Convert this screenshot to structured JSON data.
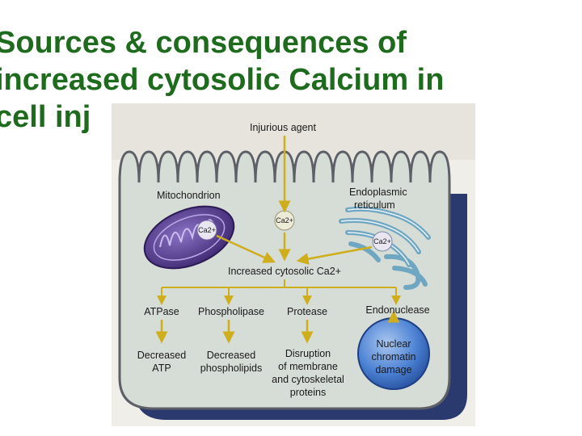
{
  "title": {
    "line1": "Sources & consequences of",
    "line2": "increased cytosolic Calcium in",
    "line3": "cell inj"
  },
  "diagram": {
    "injurious_agent": "Injurious agent",
    "mitochondrion": "Mitochondrion",
    "er_line1": "Endoplasmic",
    "er_line2": "reticulum",
    "ca_center": "Ca2+",
    "ca_mito": "Ca2+",
    "ca_er": "Ca2+",
    "increased_ca": "Increased cytosolic Ca2+",
    "enzymes": {
      "atpase": "ATPase",
      "phospholipase": "Phospholipase",
      "protease": "Protease",
      "endonuclease": "Endonuclease"
    },
    "outcomes": {
      "atp_1": "Decreased",
      "atp_2": "ATP",
      "phos_1": "Decreased",
      "phos_2": "phospholipids",
      "mem_1": "Disruption",
      "mem_2": "of membrane",
      "mem_3": "and cytoskeletal",
      "mem_4": "proteins",
      "nuc_1": "Nuclear",
      "nuc_2": "chromatin",
      "nuc_3": "damage"
    }
  },
  "colors": {
    "title": "#1e6b1e",
    "cell_fill": "#d6dcd6",
    "cell_shadow": "#2b3a6e",
    "arrow": "#d9c030",
    "mito": "#5b3f8f",
    "er": "#6fa6c2",
    "nucleus": "#3f73c9"
  }
}
